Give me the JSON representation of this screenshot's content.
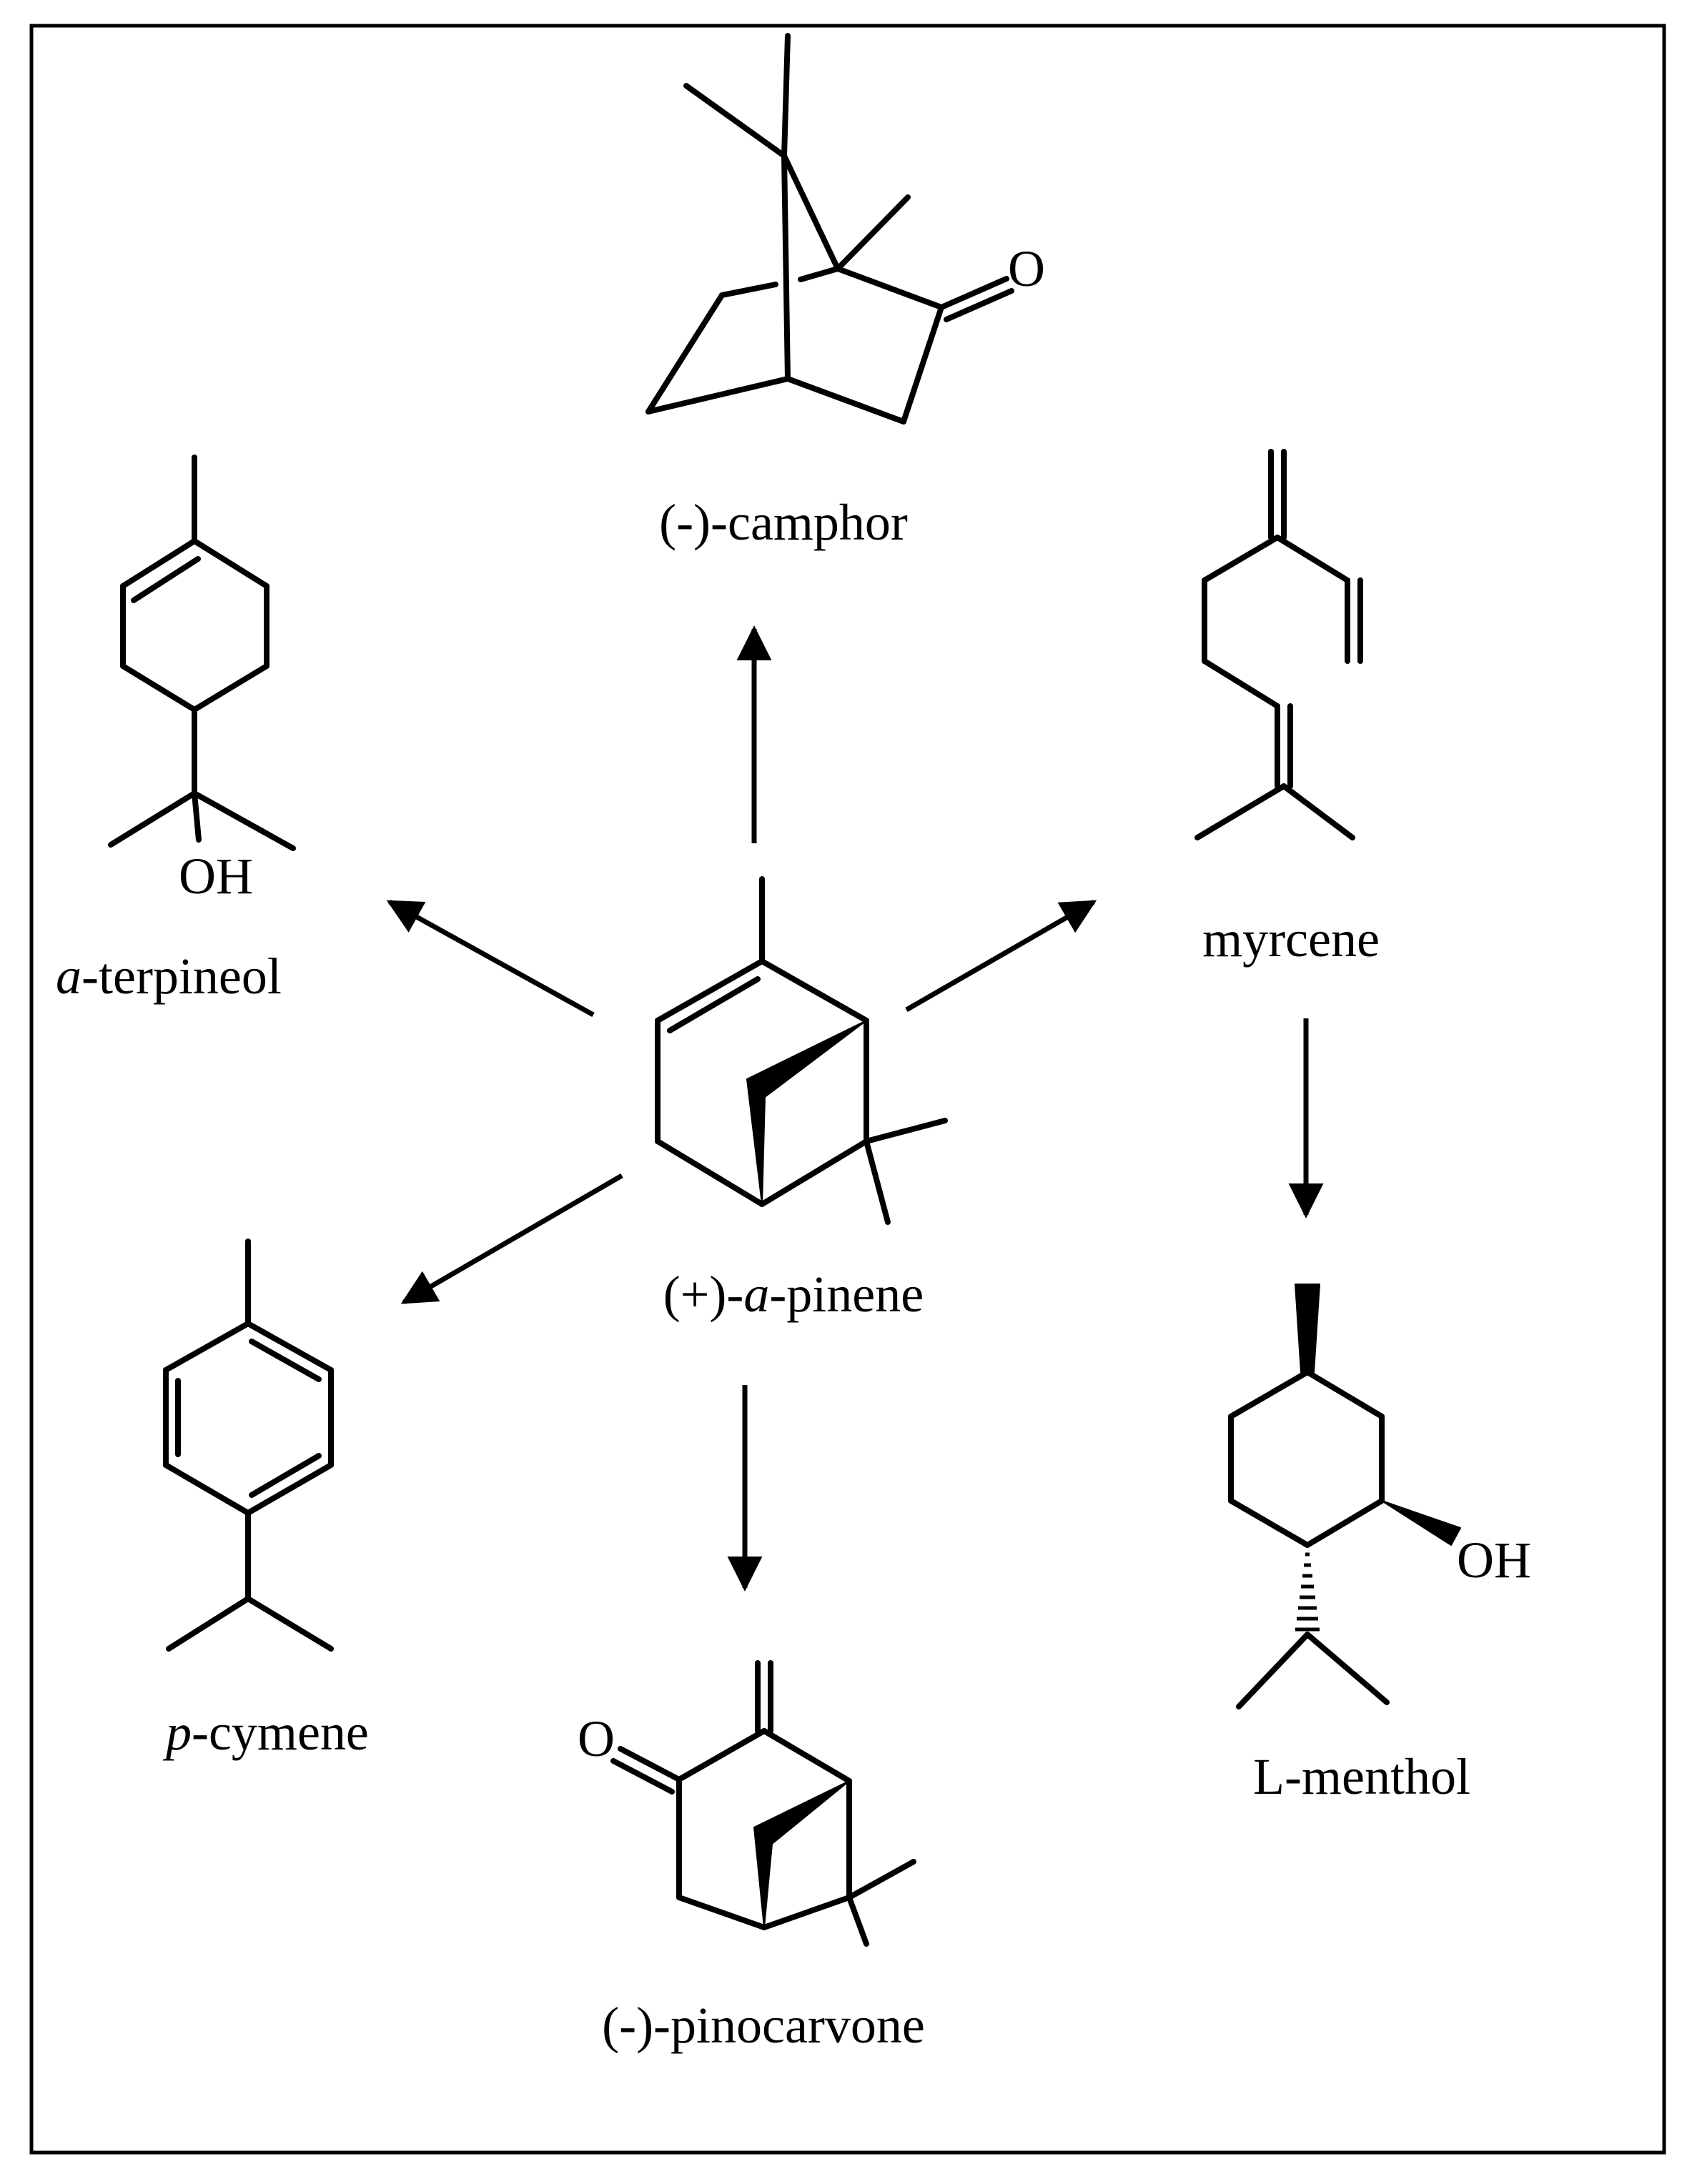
{
  "compounds": {
    "center": {
      "name_prefix": "(+)-",
      "name_italic": "a",
      "name_suffix": "-pinene"
    },
    "camphor": {
      "name": "(-)-camphor",
      "atom_o": "O"
    },
    "terpineol": {
      "name_italic": "a",
      "name_suffix": "-terpineol",
      "atom_oh": "OH"
    },
    "myrcene": {
      "name": "myrcene"
    },
    "cymene": {
      "name_italic": "p",
      "name_suffix": "-cymene"
    },
    "pinocarvone": {
      "name": "(-)-pinocarvone",
      "atom_o": "O"
    },
    "menthol": {
      "name": "L-menthol",
      "atom_oh": "OH"
    }
  },
  "arrows": [
    {
      "from": "a-pinene",
      "to": "(-)-camphor"
    },
    {
      "from": "a-pinene",
      "to": "a-terpineol"
    },
    {
      "from": "a-pinene",
      "to": "myrcene"
    },
    {
      "from": "a-pinene",
      "to": "p-cymene"
    },
    {
      "from": "a-pinene",
      "to": "(-)-pinocarvone"
    },
    {
      "from": "myrcene",
      "to": "L-menthol"
    }
  ]
}
